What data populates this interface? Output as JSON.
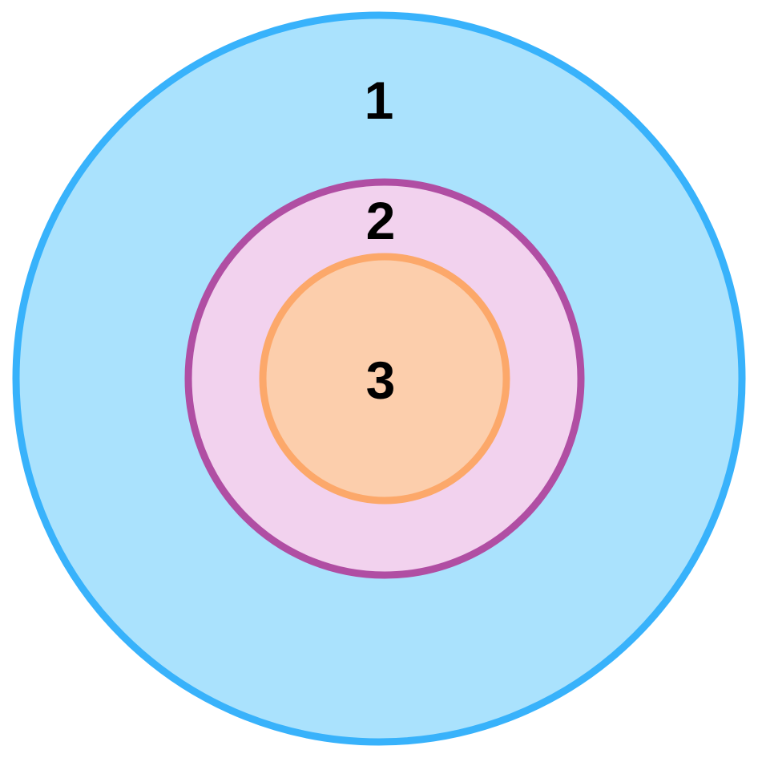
{
  "diagram": {
    "rings": [
      {
        "label": "1",
        "fill": "#aae2fd",
        "stroke": "#38b2fb"
      },
      {
        "label": "2",
        "fill": "#f2d2ee",
        "stroke": "#b04ea3"
      },
      {
        "label": "3",
        "fill": "#fcceac",
        "stroke": "#fca86a"
      }
    ]
  }
}
